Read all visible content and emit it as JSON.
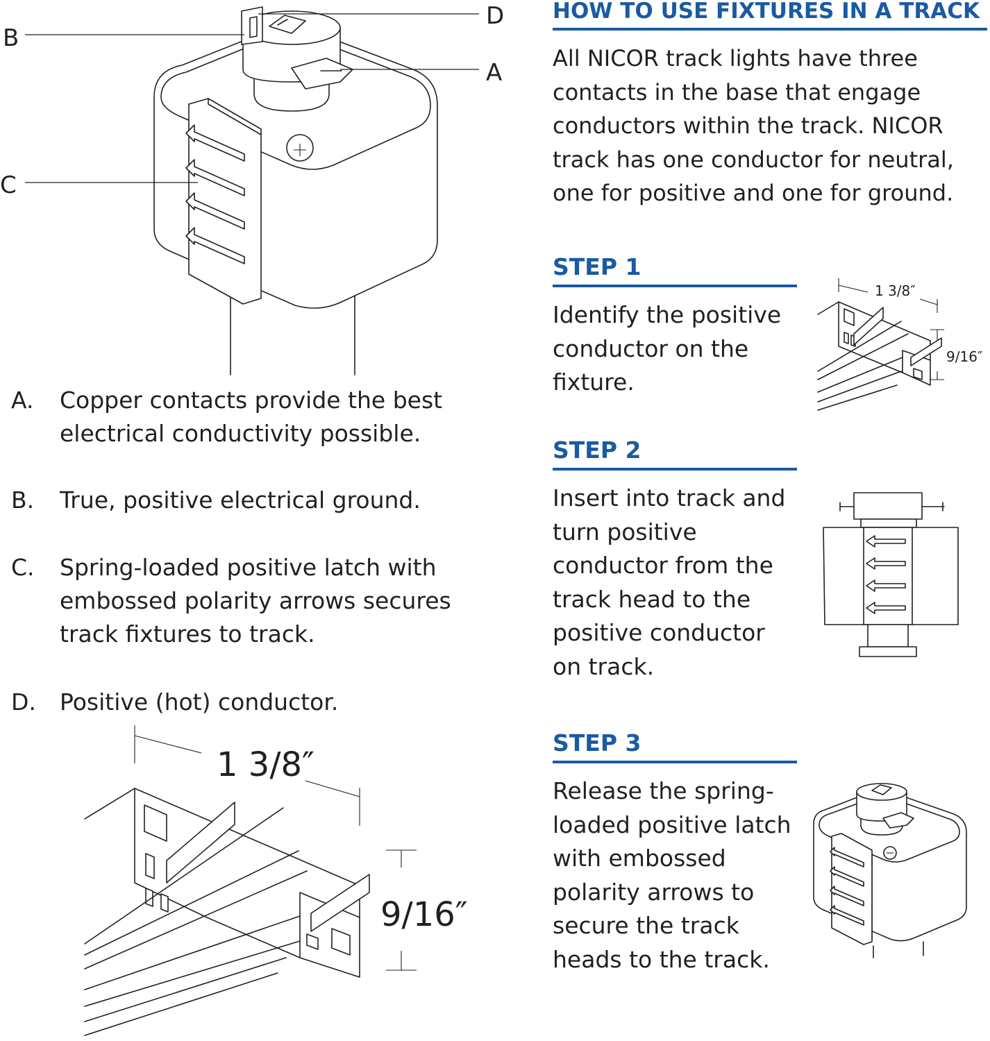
{
  "callouts": {
    "a": "A",
    "b": "B",
    "c": "C",
    "d": "D"
  },
  "legend": [
    {
      "letter": "A.",
      "text": "Copper contacts provide the best electrical conductivity possible."
    },
    {
      "letter": "B.",
      "text": "True, positive electrical ground."
    },
    {
      "letter": "C.",
      "text": "Spring-loaded positive latch with embossed polarity arrows secures track fixtures to track."
    },
    {
      "letter": "D.",
      "text": "Positive (hot) conductor."
    }
  ],
  "dimensions": {
    "width": "1 3/8″",
    "height": "9/16″"
  },
  "title": "HOW TO USE FIXTURES IN A TRACK",
  "intro": "All NICOR track lights have three contacts in the base that engage conductors within the track. NICOR track has one conductor for neutral, one for positive and one for ground.",
  "steps": [
    {
      "heading": "STEP 1",
      "text": "Identify the positive conductor on the fixture."
    },
    {
      "heading": "STEP 2",
      "text": "Insert into track and turn positive conductor from the track head to the positive conductor on track."
    },
    {
      "heading": "STEP 3",
      "text": "Release the spring-loaded positive latch with embossed polarity arrows to secure the track heads to the track."
    }
  ],
  "colors": {
    "accent": "#1a5aa2",
    "ink": "#231f20"
  }
}
